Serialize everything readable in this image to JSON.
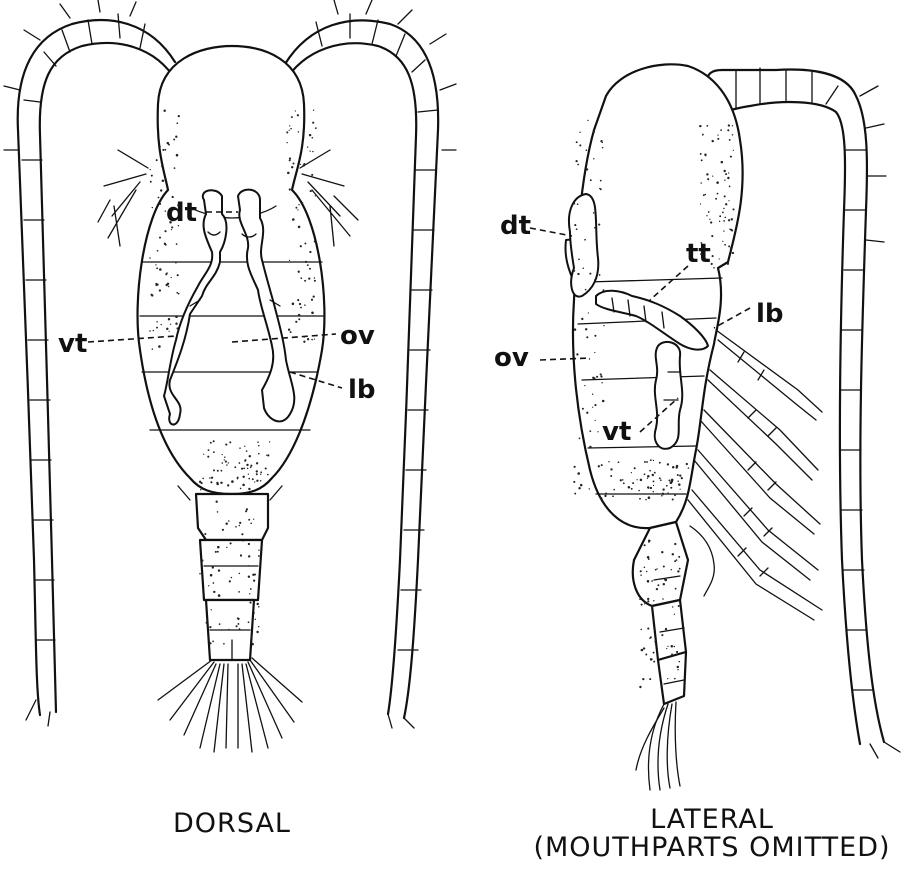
{
  "dorsal": {
    "caption": "DORSAL",
    "labels": {
      "dt": "dt",
      "vt": "vt",
      "ov": "ov",
      "lb": "lb"
    }
  },
  "lateral": {
    "caption_line1": "LATERAL",
    "caption_line2": "(MOUTHPARTS OMITTED)",
    "labels": {
      "dt": "dt",
      "tt": "tt",
      "lb": "lb",
      "ov": "ov",
      "vt": "vt"
    }
  }
}
